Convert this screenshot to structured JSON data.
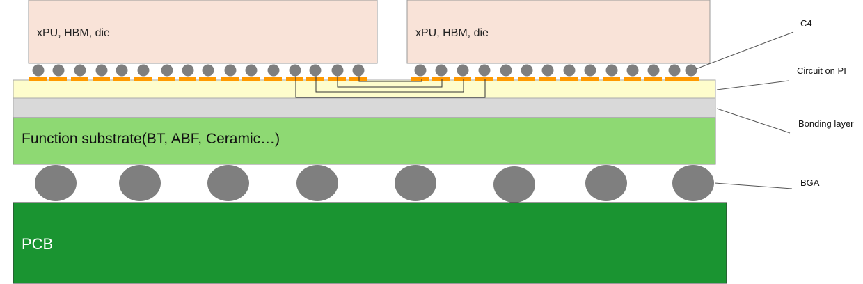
{
  "dies": [
    {
      "label": "xPU, HBM, die"
    },
    {
      "label": "xPU, HBM, die"
    }
  ],
  "layers": {
    "function_substrate": "Function substrate(BT, ABF, Ceramic…)",
    "pcb": "PCB"
  },
  "callouts": {
    "c4": "C4",
    "circuit": "Circuit on PI",
    "bonding": "Bonding layer",
    "bga": "BGA"
  },
  "colors": {
    "die": "#f9e3d8",
    "bump": "#7f7f7f",
    "pad": "#ff9900",
    "pi_layer": "#fefdcc",
    "bonding_layer": "#d9d9d9",
    "function_substrate": "#8ed973",
    "pcb": "#1a9431"
  }
}
